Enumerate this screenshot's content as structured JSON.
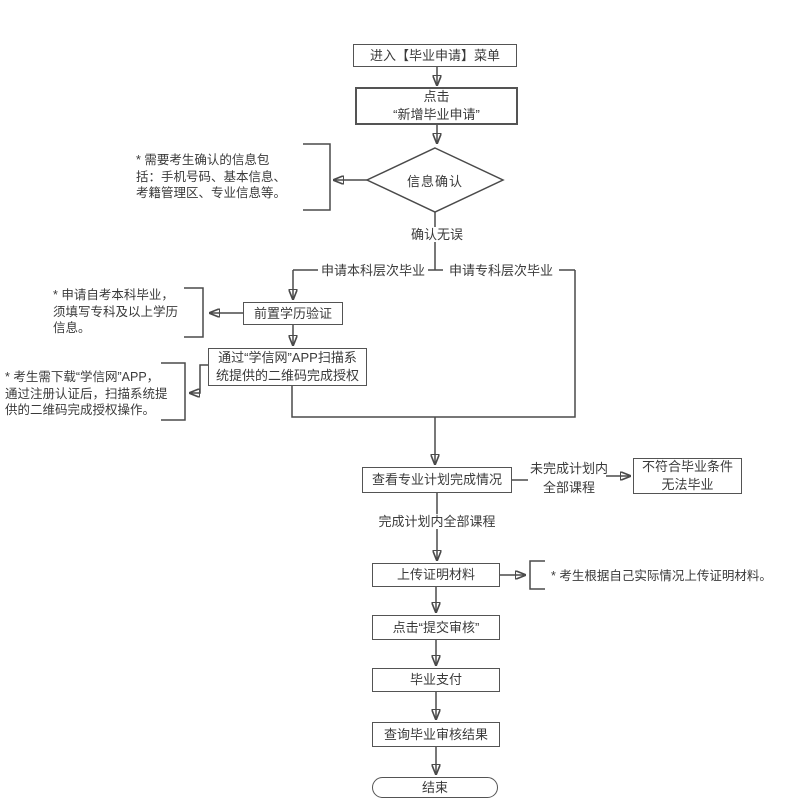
{
  "diagram": {
    "nodes": {
      "enter_menu": "进入【毕业申请】菜单",
      "click_new": "点击\n“新增毕业申请”",
      "info_confirm": "信息确认",
      "prerequisite": "前置学历验证",
      "app_scan": "通过“学信网”APP扫描系\n统提供的二维码完成授权",
      "check_plan": "查看专业计划完成情况",
      "not_eligible": "不符合毕业条件\n无法毕业",
      "upload": "上传证明材料",
      "submit": "点击“提交审核”",
      "pay": "毕业支付",
      "query": "查询毕业审核结果",
      "end": "结束"
    },
    "edge_labels": {
      "confirmed": "确认无误",
      "apply_bachelor": "申请本科层次毕业",
      "apply_associate": "申请专科层次毕业",
      "incomplete": "未完成计划内\n全部课程",
      "complete": "完成计划内全部课程"
    },
    "notes": {
      "confirm_info": "* 需要考生确认的信息包\n括：手机号码、基本信息、\n考籍管理区、专业信息等。",
      "bachelor_req": "* 申请自考本科毕业，\n须填写专科及以上学历\n信息。",
      "download_app": "* 考生需下载“学信网”APP，\n通过注册认证后，扫描系统提\n供的二维码完成授权操作。",
      "upload_tip": "* 考生根据自己实际情况上传证明材料。"
    },
    "colors": {
      "line": "#4a4a4a",
      "box_border": "#545454",
      "text": "#3a3a3a",
      "background": "#ffffff"
    }
  }
}
